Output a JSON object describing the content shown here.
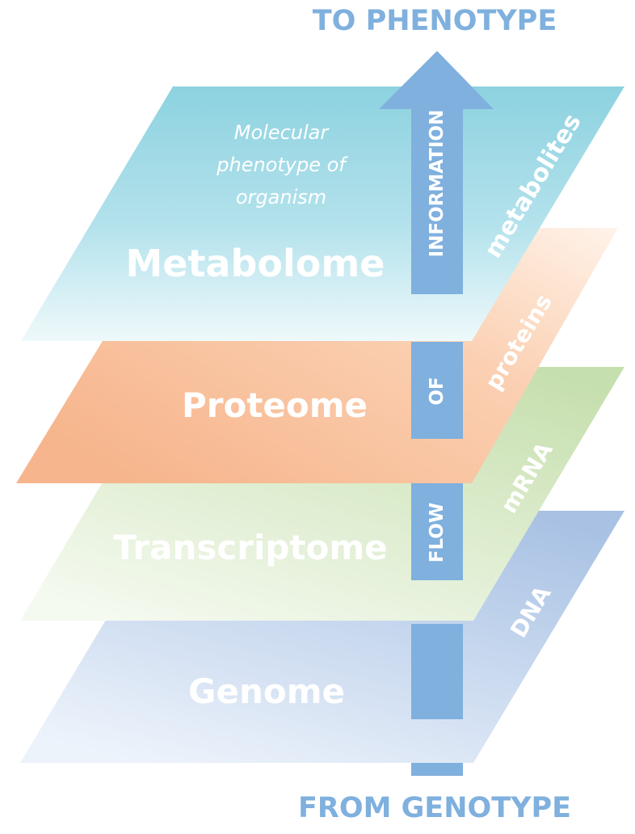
{
  "top_label": "TO PHENOTYPE",
  "bottom_label": "FROM GENOTYPE",
  "flow_words": {
    "information": "INFORMATION",
    "of": "OF",
    "flow": "FLOW"
  },
  "layers": {
    "metabolome": {
      "name": "Metabolome",
      "side": "metabolites",
      "note": [
        "Molecular",
        "phenotype of",
        "organism"
      ],
      "color": "#8fd3e0"
    },
    "proteome": {
      "name": "Proteome",
      "side": "proteins",
      "color": "#f8c09a"
    },
    "transcriptome": {
      "name": "Transcriptome",
      "side": "mRNA",
      "color": "#cfe3b6"
    },
    "genome": {
      "name": "Genome",
      "side": "DNA",
      "color": "#b3c8e6"
    }
  },
  "colors": {
    "arrow": "#7fb0de",
    "end_label": "#7fb0de"
  }
}
